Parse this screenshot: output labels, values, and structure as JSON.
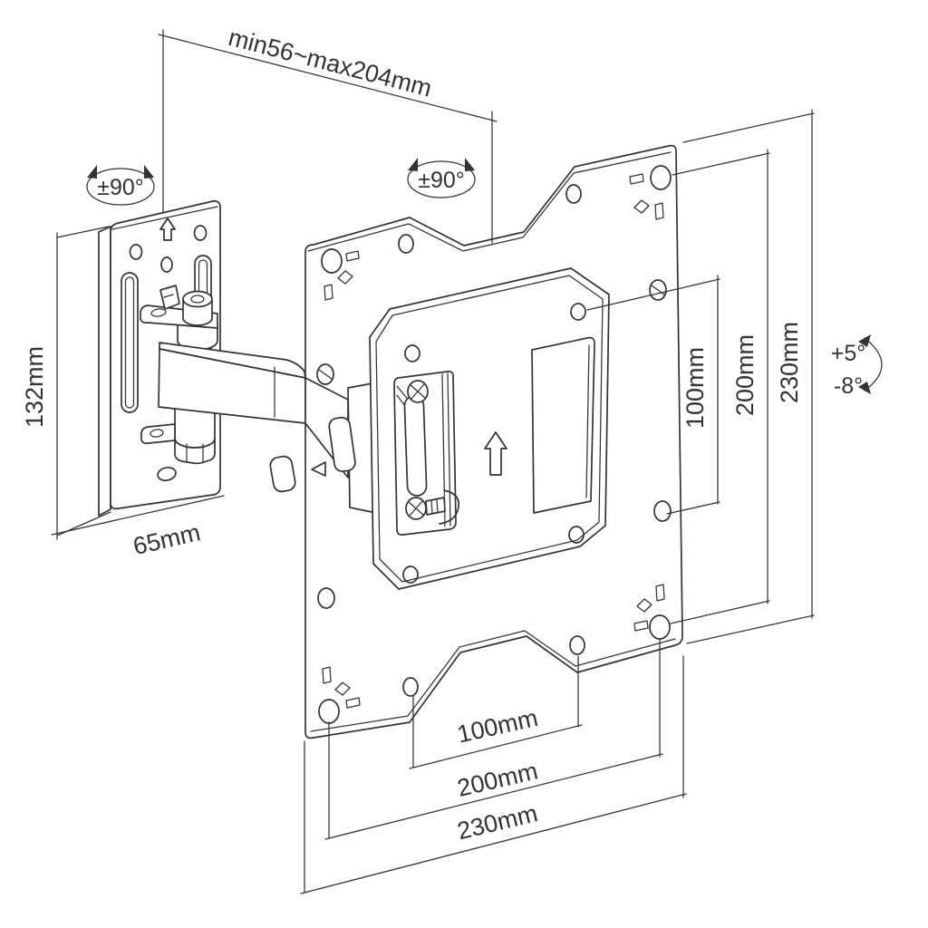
{
  "diagram": {
    "type": "technical-line-drawing",
    "subject": "Articulating TV wall-mount bracket - dimensional drawing",
    "background": "#ffffff",
    "line_color": "#333333",
    "icons": {
      "swivel_symbol": "ellipse-rotation-arrows",
      "orientation_arrow": "up-arrow",
      "tilt_symbol": "curved-tilt-arrow"
    },
    "labels": {
      "arm_extension": "min56~max204mm",
      "swivel_wall": "±90°",
      "swivel_plate": "±90°",
      "wall_plate_height": "132mm",
      "wall_plate_width": "65mm",
      "right_vesa_100": "100mm",
      "right_vesa_200": "200mm",
      "right_plate_230": "230mm",
      "bottom_vesa_100": "100mm",
      "bottom_vesa_200": "200mm",
      "bottom_plate_230": "230mm",
      "tilt_up": "+5°",
      "tilt_down": "-8°"
    }
  }
}
